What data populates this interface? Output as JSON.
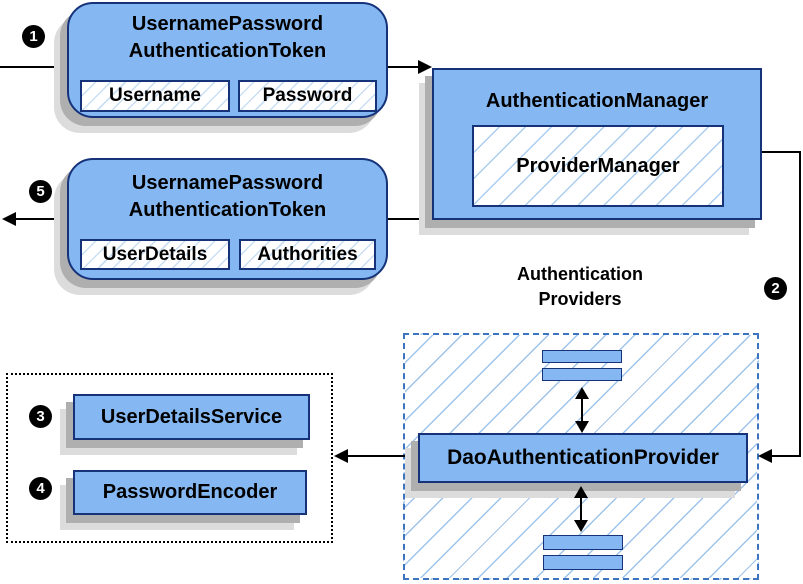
{
  "steps": {
    "s1": "1",
    "s2": "2",
    "s3": "3",
    "s4": "4",
    "s5": "5"
  },
  "nodes": {
    "request_token": {
      "title_line1": "UsernamePassword",
      "title_line2": "AuthenticationToken",
      "field1": "Username",
      "field2": "Password"
    },
    "authentication_manager": {
      "title": "AuthenticationManager",
      "inner": "ProviderManager"
    },
    "response_token": {
      "title_line1": "UsernamePassword",
      "title_line2": "AuthenticationToken",
      "field1": "UserDetails",
      "field2": "Authorities"
    },
    "providers_label": {
      "line1": "Authentication",
      "line2": "Providers"
    },
    "dao_provider": {
      "title": "DaoAuthenticationProvider"
    },
    "user_details_service": {
      "title": "UserDetailsService"
    },
    "password_encoder": {
      "title": "PasswordEncoder"
    }
  },
  "colors": {
    "node_fill": "#85B8F2",
    "node_border": "#16337A",
    "hatch_line": "#9EC4EC",
    "dashed_border": "#3D74C0",
    "shadow_dark": "#AFAFAF",
    "shadow_light": "#DCDCDC",
    "arrow": "#000000",
    "badge_bg": "#000000",
    "badge_text": "#FFFFFF"
  }
}
